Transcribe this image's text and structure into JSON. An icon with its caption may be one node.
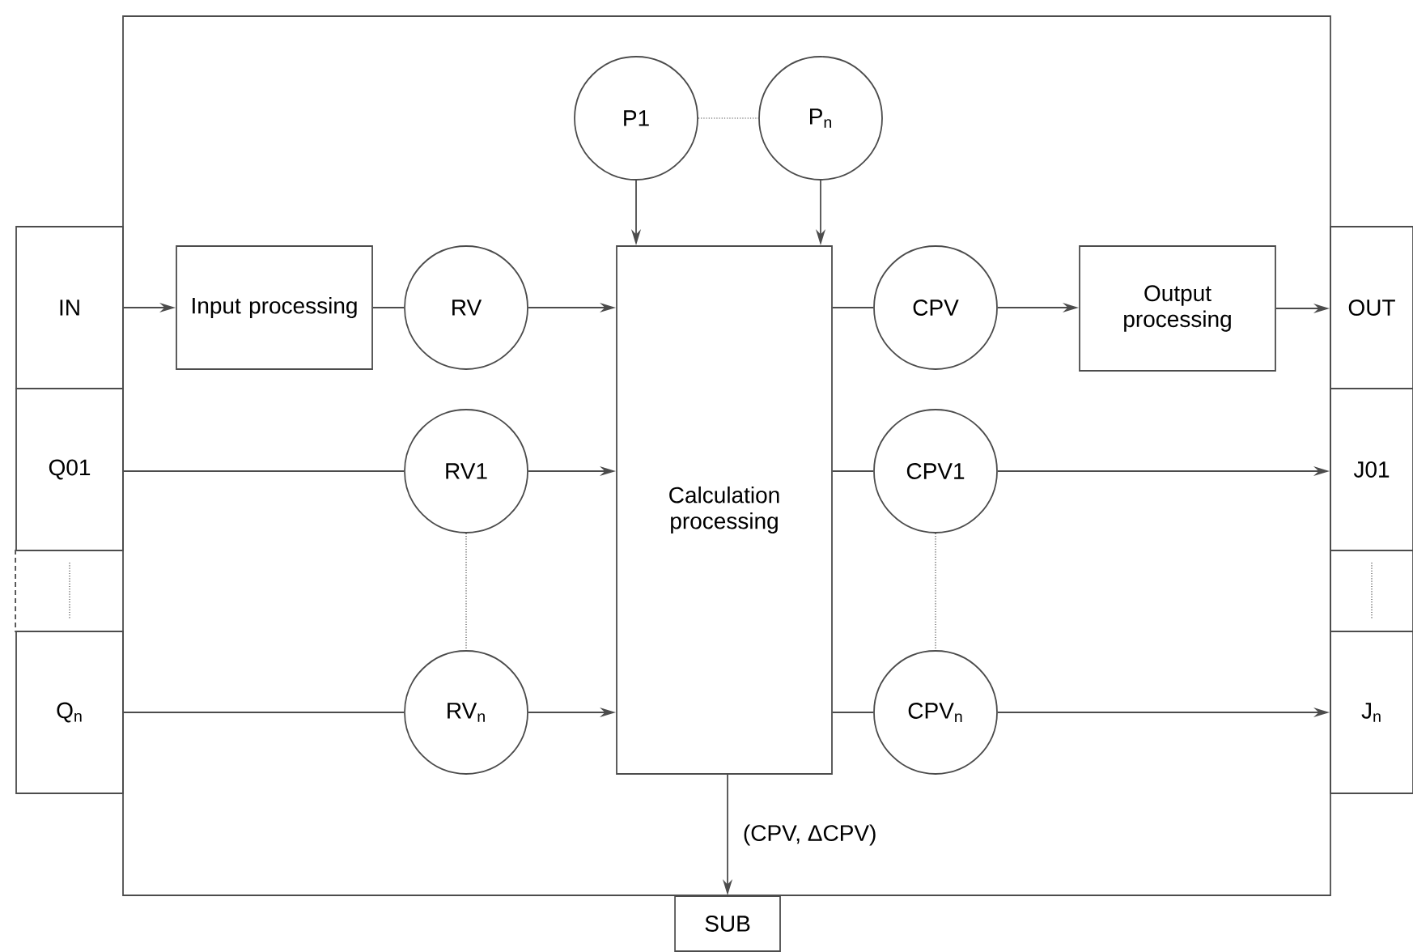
{
  "diagram": {
    "nodes": [
      {
        "text": [],
        "shape": "box"
      },
      {
        "text": [
          "IN"
        ]
      },
      {
        "text": [
          "Q01"
        ]
      },
      {
        "text": [],
        "shape": "box"
      },
      {
        "text": [
          "Q$_{n}$"
        ]
      },
      {
        "text": [
          "P1"
        ],
        "in": 0
      },
      {
        "text": [
          "P$_{n}$"
        ],
        "in": 0
      },
      {
        "text": [
          "Input processing"
        ],
        "in": 0
      },
      {
        "text": [
          "RV"
        ],
        "in": 0
      },
      {
        "text": [
          "RV1"
        ],
        "in": 0
      },
      {
        "text": [
          "RV$_{n}$"
        ],
        "in": 0
      },
      {
        "text": [
          "Calculation processing"
        ],
        "in": 0
      },
      {
        "text": [
          "CPV"
        ],
        "in": 0
      },
      {
        "text": [
          "CPV1"
        ],
        "in": 0
      },
      {
        "text": [
          "CPV$_{n}$"
        ],
        "in": 0
      },
      {
        "text": [
          "Output processing"
        ],
        "in": 0
      },
      {
        "text": [
          "OUT"
        ]
      },
      {
        "text": [
          "J01"
        ]
      },
      {
        "text": [],
        "shape": "box"
      },
      {
        "text": [
          "J$_{n}$"
        ]
      },
      {
        "text": [
          "SUB"
        ]
      }
    ],
    "edges": [
      {
        "from": 1,
        "to": 7,
        "arrow": "to"
      },
      {
        "from": 7,
        "to": 8,
        "arrow": "none"
      },
      {
        "from": 8,
        "to": 11,
        "arrow": "to"
      },
      {
        "from": 2,
        "to": 9,
        "arrow": "none"
      },
      {
        "from": 9,
        "to": 11,
        "arrow": "to"
      },
      {
        "from": 4,
        "to": 10,
        "arrow": "none"
      },
      {
        "from": 10,
        "to": 11,
        "arrow": "to"
      },
      {
        "from": 5,
        "to": 11,
        "arrow": "to"
      },
      {
        "from": 6,
        "to": 11,
        "arrow": "to"
      },
      {
        "from": 11,
        "to": 12,
        "arrow": "none"
      },
      {
        "from": 12,
        "to": 15,
        "arrow": "to"
      },
      {
        "from": 15,
        "to": 16,
        "arrow": "to"
      },
      {
        "from": 11,
        "to": 13,
        "arrow": "none"
      },
      {
        "from": 13,
        "to": 17,
        "arrow": "to"
      },
      {
        "from": 11,
        "to": 14,
        "arrow": "none"
      },
      {
        "from": 14,
        "to": 19,
        "arrow": "to"
      },
      {
        "from": 11,
        "to": 20,
        "arrow": "to",
        "label": "(CPV, ΔCPV)"
      },
      {
        "from": 5,
        "to": 6,
        "arrow": "none",
        "style": "dashed"
      },
      {
        "from": 9,
        "to": 10,
        "arrow": "none",
        "style": "dashed"
      },
      {
        "from": 13,
        "to": 14,
        "arrow": "none",
        "style": "dashed"
      }
    ]
  }
}
